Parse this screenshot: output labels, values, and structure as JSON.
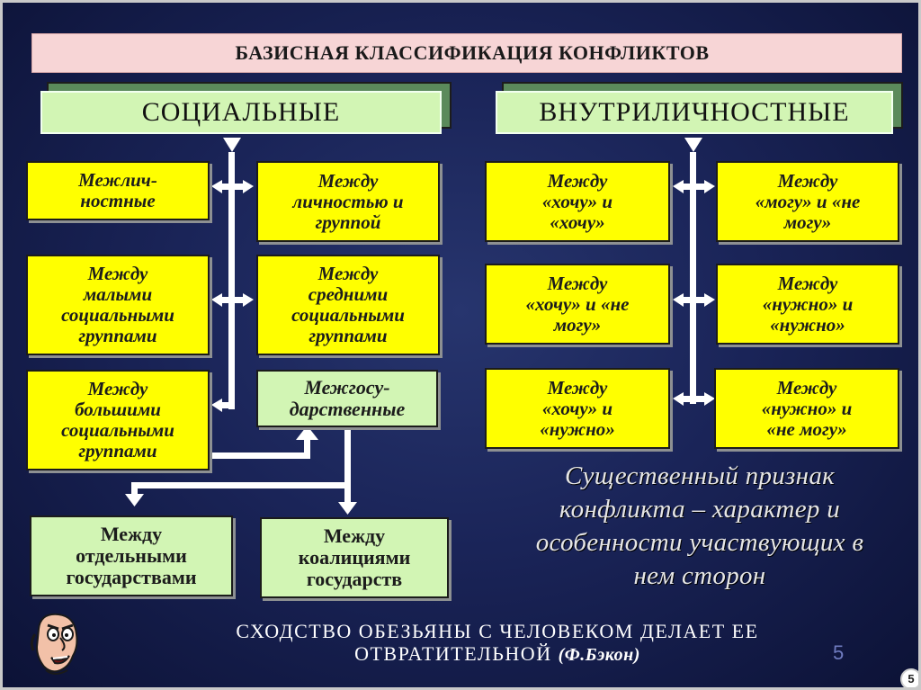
{
  "title": "БАЗИСНАЯ КЛАССИФИКАЦИЯ КОНФЛИКТОВ",
  "categories": {
    "social": "СОЦИАЛЬНЫЕ",
    "intrapersonal": "ВНУТРИЛИЧНОСТНЫЕ"
  },
  "social_types": {
    "interpersonal": "Межлич-\nностные",
    "person_group": "Между\nличностью и\nгруппой",
    "small_groups": "Между\nмалыми\nсоциальными\nгруппами",
    "medium_groups": "Между\nсредними\nсоциальными\nгруппами",
    "large_groups": "Между\nбольшими\nсоциальными\nгруппами",
    "interstate": "Межгосу-\nдарственные",
    "between_states": "Между\nотдельными\nгосударствами",
    "between_coalitions": "Между\nкоалициями\nгосударств"
  },
  "intrapersonal_types": {
    "want_want": "Между\n«хочу» и\n«хочу»",
    "can_cannot": "Между\n«могу» и «не\nмогу»",
    "want_cannot": "Между\n«хочу» и «не\nмогу»",
    "need_need": "Между\n«нужно» и\n«нужно»",
    "want_need": "Между\n«хочу» и\n«нужно»",
    "need_cannot": "Между\n«нужно» и\n«не могу»"
  },
  "note": "Существенный признак\nконфликта – характер и\nособенности участвующих в\nнем сторон",
  "quote": {
    "line1": "СХОДСТВО ОБЕЗЬЯНЫ С ЧЕЛОВЕКОМ ДЕЛАЕТ ЕЕ",
    "line2": "ОТВРАТИТЕЛЬНОЙ",
    "author": "(Ф.Бэкон)"
  },
  "page_number": "5",
  "badge_number": "5",
  "colors": {
    "yellow_box": "#ffff00",
    "green_box": "#d2f5b4",
    "title_bar": "#f7d5d6",
    "background": "#1a2458",
    "connector": "#ffffff"
  },
  "icons": [
    "cartoon-face-icon"
  ]
}
